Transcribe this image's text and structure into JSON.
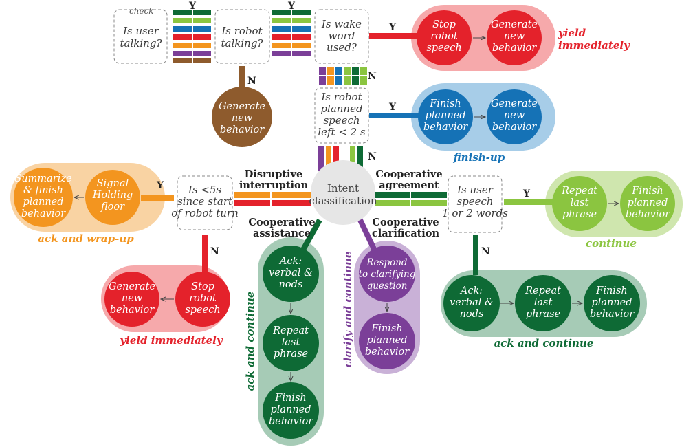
{
  "colors": {
    "red": "#e4222b",
    "red_bg": "#f6a9ab",
    "blue": "#1572b6",
    "blue_bg": "#a7cde8",
    "orange": "#f3951f",
    "orange_bg": "#f9d3a3",
    "lightgreen": "#8bc540",
    "lightgreen_bg": "#cfe6ae",
    "darkgreen": "#0e6a35",
    "darkgreen_bg": "#a6cbb6",
    "purple": "#7b3f98",
    "purple_bg": "#c9b1d7",
    "brown": "#8e5b2d",
    "gray": "#e6e6e6"
  },
  "check_label": "check",
  "center": {
    "line1": "Intent",
    "line2": "classification"
  },
  "questions": {
    "user_talking": [
      "Is user",
      "talking?"
    ],
    "robot_talking": [
      "Is robot",
      "talking?"
    ],
    "wake_word": [
      "Is wake",
      "word",
      "used?"
    ],
    "planned_left": [
      "Is robot",
      "planned",
      "speech",
      "left < 2 s"
    ],
    "since_start": [
      "Is <5s",
      "since start",
      "of robot turn"
    ],
    "user_words": [
      "Is user",
      "speech",
      "1 or 2 words"
    ]
  },
  "yn": {
    "y": "Y",
    "n": "N"
  },
  "categories": {
    "disruptive": [
      "Disruptive",
      "interruption"
    ],
    "agreement": [
      "Cooperative",
      "agreement"
    ],
    "assistance": [
      "Cooperative",
      "assistance"
    ],
    "clarification": [
      "Cooperative",
      "clarification"
    ]
  },
  "nodes": {
    "stop_robot_speech": [
      "Stop",
      "robot",
      "speech"
    ],
    "generate_new_behavior": [
      "Generate",
      "new",
      "behavior"
    ],
    "finish_planned_behavior": [
      "Finish",
      "planned",
      "behavior"
    ],
    "summarize_finish": [
      "Summarize",
      "& finish",
      "planned",
      "behavior"
    ],
    "signal_holding": [
      "Signal",
      "Holding",
      "floor"
    ],
    "repeat_last_phrase": [
      "Repeat",
      "last",
      "phrase"
    ],
    "ack_verbal_nods": [
      "Ack:",
      "verbal &",
      "nods"
    ],
    "respond_clarifying": [
      "Respond",
      "to clarifying",
      "question"
    ]
  },
  "tags": {
    "yield_immediately": "yield immediately",
    "finish_up": "finish-up",
    "ack_wrap_up": "ack and wrap-up",
    "continue": "continue",
    "ack_continue": "ack and continue",
    "clarify_continue": "clarify and continue"
  }
}
